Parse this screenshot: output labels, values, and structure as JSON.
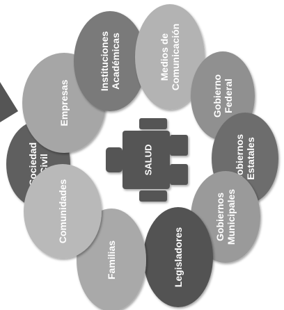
{
  "center": {
    "label": "SALUD"
  },
  "nodes": [
    {
      "id": "sociedad-civil",
      "lines": [
        "Sociedad",
        "Civil"
      ],
      "color": "#5f5f5f"
    },
    {
      "id": "empresas",
      "lines": [
        "Empresas"
      ],
      "color": "#a6a6a6"
    },
    {
      "id": "instituciones-academicas",
      "lines": [
        "Instituciones",
        "Académicas"
      ],
      "color": "#7a7a7a"
    },
    {
      "id": "medios-de-comunicacion",
      "lines": [
        "Medios de",
        "Comunicación"
      ],
      "color": "#b3b3b3"
    },
    {
      "id": "gobierno-federal",
      "lines": [
        "Gobierno",
        "Federal"
      ],
      "color": "#909090"
    },
    {
      "id": "gobiernos-estatales",
      "lines": [
        "Gobiernos",
        "Estatales"
      ],
      "color": "#6d6d6d"
    },
    {
      "id": "gobiernos-municipales",
      "lines": [
        "Gobiernos",
        "Municipales"
      ],
      "color": "#9a9a9a"
    },
    {
      "id": "legisladores",
      "lines": [
        "Legisladores"
      ],
      "color": "#525252"
    },
    {
      "id": "familias",
      "lines": [
        "Familias"
      ],
      "color": "#a9a9a9"
    },
    {
      "id": "comunidades",
      "lines": [
        "Comunidades"
      ],
      "color": "#b9b9b9"
    }
  ]
}
